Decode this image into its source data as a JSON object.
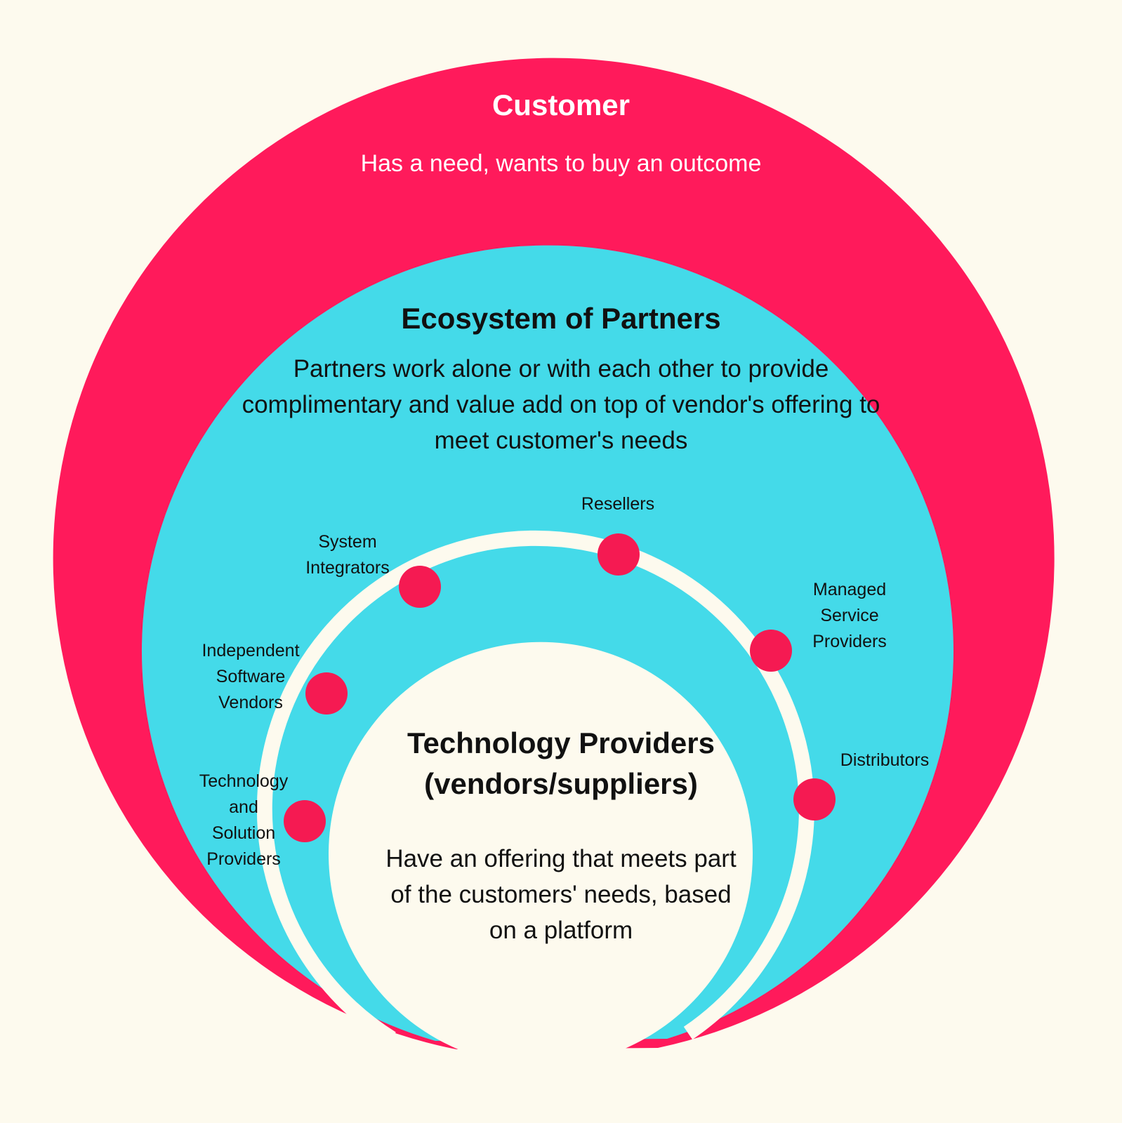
{
  "colors": {
    "background": "#fdfaee",
    "customer": "#ff1a5b",
    "ecosystem": "#44dae9",
    "core": "#fdfaee",
    "dot": "#f51a52"
  },
  "customer": {
    "title": "Customer",
    "description": "Has a need, wants to buy an outcome"
  },
  "ecosystem": {
    "title": "Ecosystem of Partners",
    "description": "Partners work alone or with each other to provide complimentary and value add on top of vendor's offering to meet customer's needs"
  },
  "technology_providers": {
    "title": "Technology Providers (vendors/suppliers)",
    "description": "Have an offering that meets part of the customers' needs, based on a platform"
  },
  "partners": [
    {
      "label": "Technology and Solution Providers"
    },
    {
      "label": "Independent Software Vendors"
    },
    {
      "label": "System Integrators"
    },
    {
      "label": "Resellers"
    },
    {
      "label": "Managed Service Providers"
    },
    {
      "label": "Distributors"
    }
  ]
}
